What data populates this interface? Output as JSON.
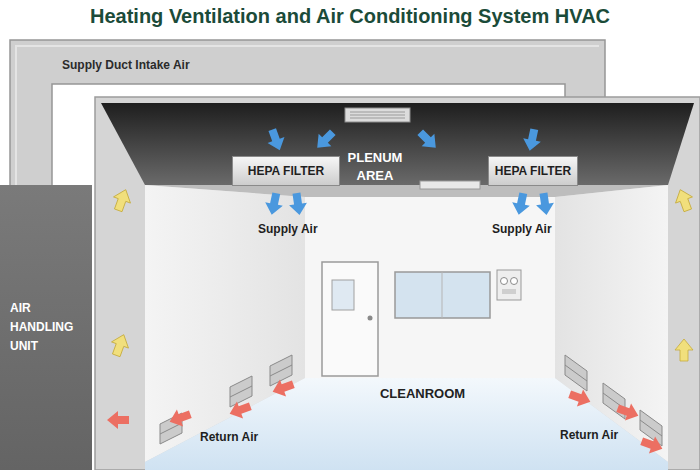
{
  "diagram": {
    "title": "Heating Ventilation and Air Conditioning System HVAC",
    "nodes": [
      {
        "text": [
          "Supply Duct Intake Air"
        ]
      },
      {
        "text": [
          "HEPA FILTER"
        ]
      },
      {
        "text": [
          "PLENUM AREA"
        ]
      },
      {
        "text": [
          "HEPA FILTER"
        ]
      },
      {
        "text": [
          "AIR HANDLING UNIT"
        ]
      },
      {
        "text": [
          "CLEANROOM"
        ]
      }
    ],
    "labels": [
      "Supply Air",
      "Supply Air",
      "Return Air",
      "Return Air"
    ]
  }
}
